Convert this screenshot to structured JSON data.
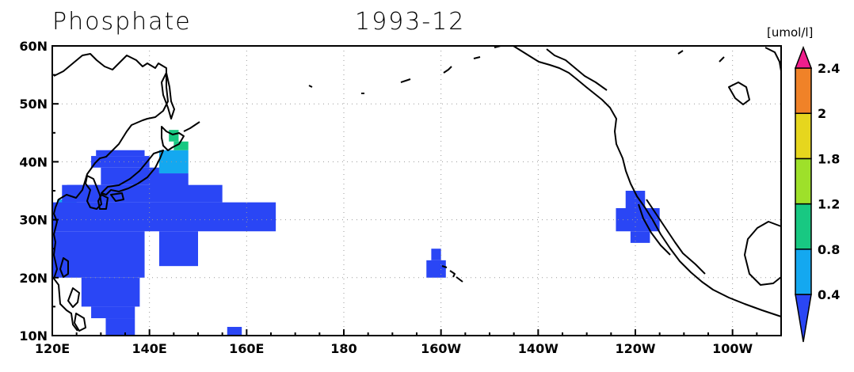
{
  "title": {
    "variable": "Phosphate",
    "date": "1993-12"
  },
  "units": "[umol/l]",
  "map": {
    "lon_range": [
      120,
      270
    ],
    "lat_range": [
      10,
      60
    ],
    "grid": "dotted",
    "lon_ticks": [
      {
        "value": 120,
        "label": "120E"
      },
      {
        "value": 140,
        "label": "140E"
      },
      {
        "value": 160,
        "label": "160E"
      },
      {
        "value": 180,
        "label": "180"
      },
      {
        "value": 200,
        "label": "160W"
      },
      {
        "value": 220,
        "label": "140W"
      },
      {
        "value": 240,
        "label": "120W"
      },
      {
        "value": 260,
        "label": "100W"
      }
    ],
    "lat_ticks": [
      {
        "value": 10,
        "label": "10N"
      },
      {
        "value": 20,
        "label": "20N"
      },
      {
        "value": 30,
        "label": "30N"
      },
      {
        "value": 40,
        "label": "40N"
      },
      {
        "value": 50,
        "label": "50N"
      },
      {
        "value": 60,
        "label": "60N"
      }
    ]
  },
  "colorbar": {
    "levels": [
      "0.4",
      "0.8",
      "1.2",
      "1.8",
      "2",
      "2.4"
    ],
    "colors": [
      "#2a46f5",
      "#14a8f0",
      "#18c882",
      "#9ee02a",
      "#e6d61e",
      "#f08228",
      "#f01e8c"
    ]
  },
  "chart_data": {
    "type": "heatmap",
    "title": "Phosphate 1993-12",
    "variable": "Phosphate",
    "units": "[umol/l]",
    "x_axis": "longitude",
    "y_axis": "latitude",
    "cells": [
      {
        "lon": [
          121,
          125
        ],
        "lat": [
          31.5,
          33.5
        ],
        "bin": 1
      },
      {
        "lon": [
          123,
          130
        ],
        "lat": [
          34,
          36
        ],
        "bin": 0
      },
      {
        "lon": [
          130,
          142
        ],
        "lat": [
          36,
          39
        ],
        "bin": 0
      },
      {
        "lon": [
          128,
          140
        ],
        "lat": [
          39,
          41
        ],
        "bin": 0
      },
      {
        "lon": [
          129,
          139
        ],
        "lat": [
          41,
          42
        ],
        "bin": 0
      },
      {
        "lon": [
          142,
          148
        ],
        "lat": [
          38,
          42
        ],
        "bin": 1
      },
      {
        "lon": [
          145,
          148
        ],
        "lat": [
          42,
          43.5
        ],
        "bin": 2
      },
      {
        "lon": [
          144,
          146
        ],
        "lat": [
          43.5,
          45.5
        ],
        "bin": 2
      },
      {
        "lon": [
          120,
          166
        ],
        "lat": [
          28,
          33
        ],
        "bin": 0
      },
      {
        "lon": [
          122,
          155
        ],
        "lat": [
          33,
          36
        ],
        "bin": 0
      },
      {
        "lon": [
          140,
          148
        ],
        "lat": [
          35,
          38
        ],
        "bin": 0
      },
      {
        "lon": [
          120,
          139
        ],
        "lat": [
          20,
          28
        ],
        "bin": 0
      },
      {
        "lon": [
          142,
          150
        ],
        "lat": [
          22,
          28
        ],
        "bin": 0
      },
      {
        "lon": [
          126,
          138
        ],
        "lat": [
          15,
          20
        ],
        "bin": 0
      },
      {
        "lon": [
          128,
          137
        ],
        "lat": [
          13,
          15
        ],
        "bin": 0
      },
      {
        "lon": [
          131,
          137
        ],
        "lat": [
          10,
          13
        ],
        "bin": 0
      },
      {
        "lon": [
          156,
          159
        ],
        "lat": [
          10,
          11.5
        ],
        "bin": 0
      },
      {
        "lon": [
          198,
          200
        ],
        "lat": [
          23,
          25
        ],
        "bin": 0
      },
      {
        "lon": [
          197,
          201
        ],
        "lat": [
          20,
          23
        ],
        "bin": 0
      },
      {
        "lon": [
          238,
          242
        ],
        "lat": [
          31,
          35
        ],
        "bin": 0
      },
      {
        "lon": [
          236,
          245
        ],
        "lat": [
          28,
          32
        ],
        "bin": 0
      },
      {
        "lon": [
          239,
          243
        ],
        "lat": [
          26,
          28
        ],
        "bin": 0
      }
    ]
  }
}
